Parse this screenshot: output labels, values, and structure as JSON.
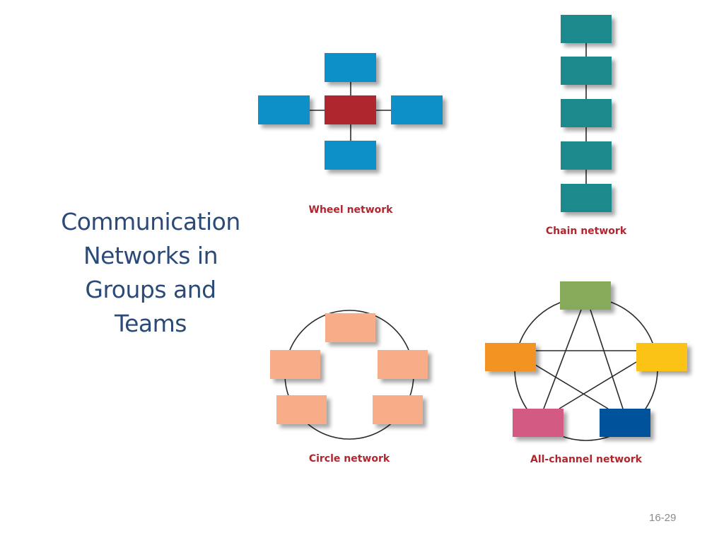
{
  "slide": {
    "title_lines": [
      "Communication",
      "Networks in",
      "Groups and",
      "Teams"
    ],
    "page_number": "16-29"
  },
  "diagrams": {
    "wheel": {
      "label": "Wheel network",
      "colors": {
        "center": "#b0262f",
        "spoke": "#0a8fc8"
      }
    },
    "chain": {
      "label": "Chain network",
      "colors": {
        "node": "#1a8a8c"
      }
    },
    "circle": {
      "label": "Circle network",
      "colors": {
        "node": "#f7ad87"
      }
    },
    "all_channel": {
      "label": "All-channel network",
      "colors": {
        "top": "#86a95a",
        "left": "#f39420",
        "right": "#fbc313",
        "bottom_left": "#d35a82",
        "bottom_right": "#00529b"
      }
    }
  }
}
